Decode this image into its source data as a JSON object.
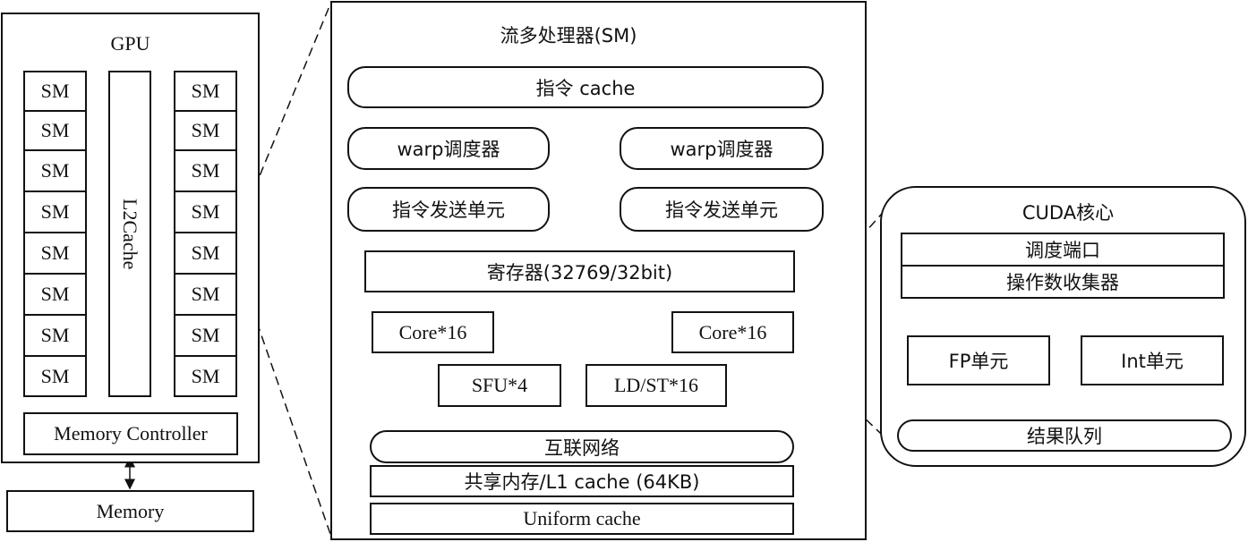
{
  "gpu": {
    "title": "GPU",
    "sm_left": [
      "SM",
      "SM",
      "SM",
      "SM",
      "SM",
      "SM",
      "SM",
      "SM"
    ],
    "sm_right": [
      "SM",
      "SM",
      "SM",
      "SM",
      "SM",
      "SM",
      "SM",
      "SM"
    ],
    "l2": "L2Cache",
    "memory_controller": "Memory Controller",
    "memory": "Memory"
  },
  "sm": {
    "title": "流多处理器(SM)",
    "instruction_cache": "指令 cache",
    "warp_schedulers": [
      "warp调度器",
      "warp调度器"
    ],
    "dispatch_units": [
      "指令发送单元",
      "指令发送单元"
    ],
    "register_file": "寄存器(32769/32bit)",
    "core_left": "Core*16",
    "core_right": "Core*16",
    "sfu": "SFU*4",
    "ldst": "LD/ST*16",
    "interconnect": "互联网络",
    "shared_memory": "共享内存/L1 cache (64KB)",
    "uniform_cache": "Uniform cache"
  },
  "cuda": {
    "title": "CUDA核心",
    "dispatch_port": "调度端口",
    "operand_collector": "操作数收集器",
    "fp_unit": "FP单元",
    "int_unit": "Int单元",
    "result_queue": "结果队列"
  },
  "colors": {
    "stroke": "#111111",
    "background": "#ffffff"
  }
}
